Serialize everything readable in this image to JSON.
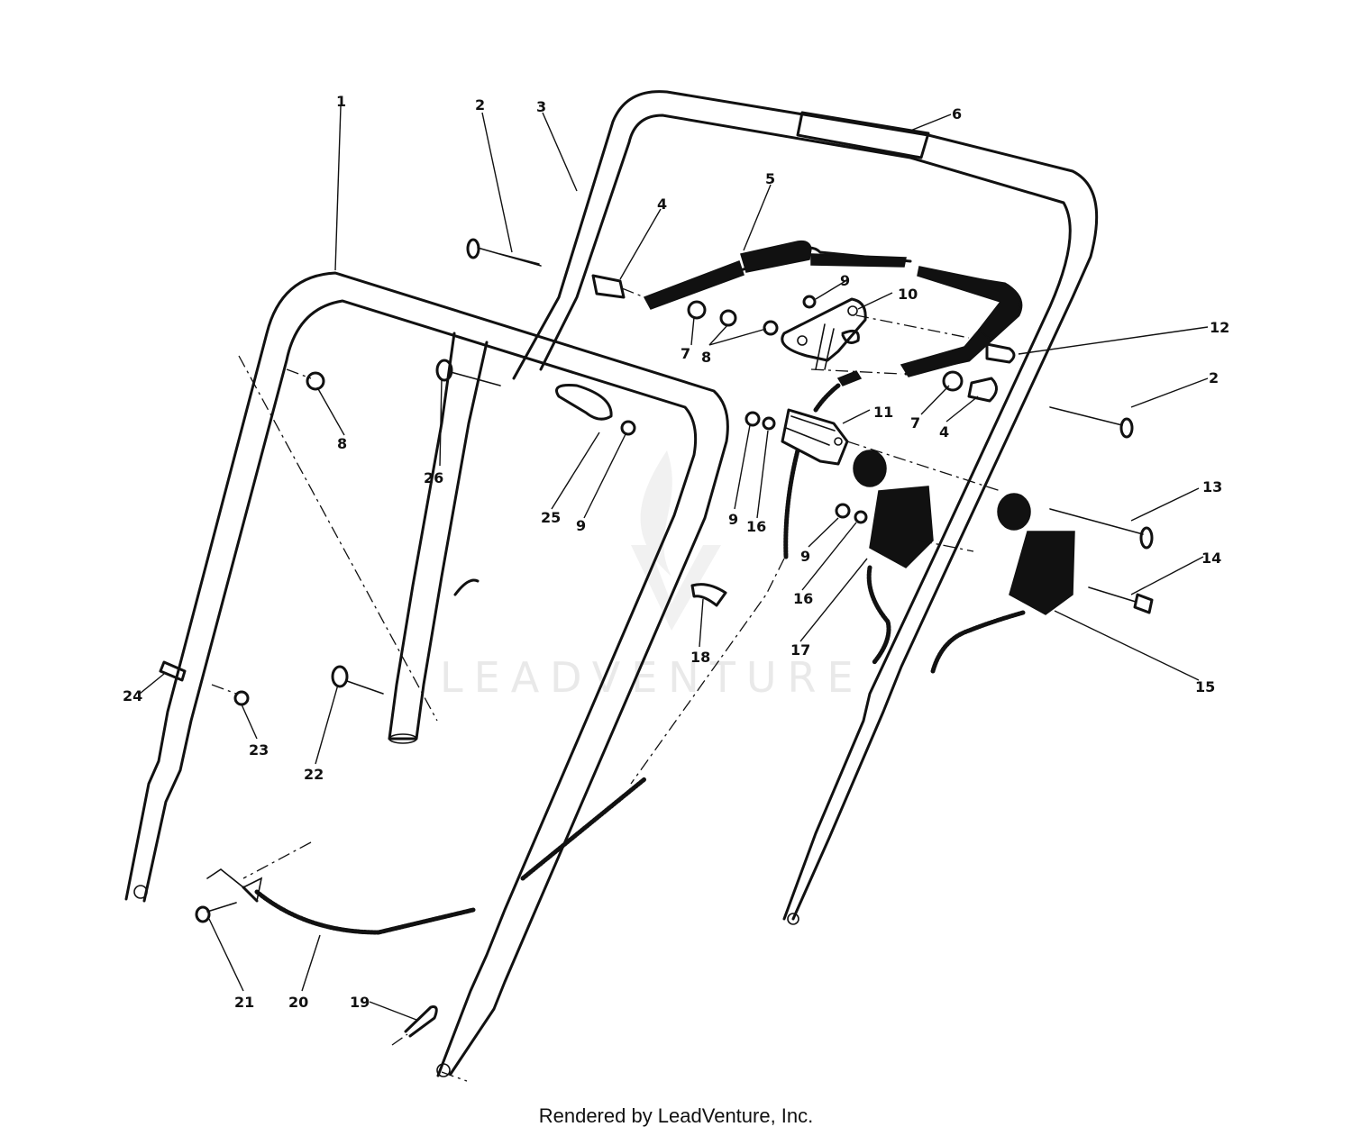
{
  "watermark": "LEADVENTURE",
  "footer": "Rendered by LeadVenture, Inc.",
  "callouts": [
    "1",
    "2",
    "3",
    "4",
    "5",
    "6",
    "7",
    "8",
    "9",
    "10",
    "11",
    "12",
    "13",
    "14",
    "15",
    "16",
    "17",
    "18",
    "19",
    "20",
    "21",
    "22",
    "23",
    "24",
    "25",
    "26"
  ]
}
